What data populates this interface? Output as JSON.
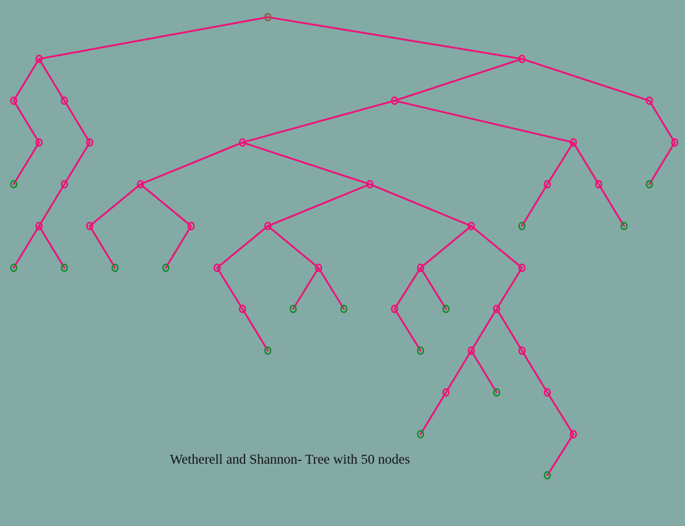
{
  "caption": "Wetherell and Shannon- Tree with 50 nodes",
  "colors": {
    "background": "#84aaa6",
    "edge": "#ee1177",
    "internal_node": "#ee1177",
    "leaf_node": "#1d8a2e",
    "root_node": "#8a5a4a"
  },
  "tree": {
    "nodes": [
      {
        "id": "n0",
        "depth": 0,
        "kind": "root"
      },
      {
        "id": "n1",
        "depth": 1,
        "kind": "internal",
        "parent": "n0"
      },
      {
        "id": "n2",
        "depth": 1,
        "kind": "internal",
        "parent": "n0"
      },
      {
        "id": "n3",
        "depth": 2,
        "kind": "internal",
        "parent": "n1"
      },
      {
        "id": "n4",
        "depth": 2,
        "kind": "internal",
        "parent": "n1"
      },
      {
        "id": "n5",
        "depth": 2,
        "kind": "internal",
        "parent": "n2"
      },
      {
        "id": "n6",
        "depth": 2,
        "kind": "internal",
        "parent": "n2"
      },
      {
        "id": "n7",
        "depth": 3,
        "kind": "internal",
        "parent": "n3"
      },
      {
        "id": "n8",
        "depth": 3,
        "kind": "internal",
        "parent": "n4"
      },
      {
        "id": "n9",
        "depth": 3,
        "kind": "internal",
        "parent": "n5"
      },
      {
        "id": "n10",
        "depth": 3,
        "kind": "internal",
        "parent": "n5"
      },
      {
        "id": "n11",
        "depth": 3,
        "kind": "internal",
        "parent": "n6"
      },
      {
        "id": "n12",
        "depth": 4,
        "kind": "leaf",
        "parent": "n7"
      },
      {
        "id": "n13",
        "depth": 4,
        "kind": "internal",
        "parent": "n8"
      },
      {
        "id": "n14",
        "depth": 4,
        "kind": "internal",
        "parent": "n9"
      },
      {
        "id": "n15",
        "depth": 4,
        "kind": "internal",
        "parent": "n9"
      },
      {
        "id": "n16",
        "depth": 4,
        "kind": "internal",
        "parent": "n10"
      },
      {
        "id": "n17",
        "depth": 4,
        "kind": "internal",
        "parent": "n10"
      },
      {
        "id": "n18",
        "depth": 4,
        "kind": "leaf",
        "parent": "n11"
      },
      {
        "id": "n19",
        "depth": 5,
        "kind": "internal",
        "parent": "n13"
      },
      {
        "id": "n20",
        "depth": 5,
        "kind": "internal",
        "parent": "n14"
      },
      {
        "id": "n21",
        "depth": 5,
        "kind": "internal",
        "parent": "n14"
      },
      {
        "id": "n22",
        "depth": 5,
        "kind": "internal",
        "parent": "n15"
      },
      {
        "id": "n23",
        "depth": 5,
        "kind": "internal",
        "parent": "n15"
      },
      {
        "id": "n24",
        "depth": 5,
        "kind": "leaf",
        "parent": "n16"
      },
      {
        "id": "n25",
        "depth": 5,
        "kind": "leaf",
        "parent": "n17"
      },
      {
        "id": "n26",
        "depth": 6,
        "kind": "leaf",
        "parent": "n19"
      },
      {
        "id": "n27",
        "depth": 6,
        "kind": "leaf",
        "parent": "n19"
      },
      {
        "id": "n28",
        "depth": 6,
        "kind": "leaf",
        "parent": "n20"
      },
      {
        "id": "n29",
        "depth": 6,
        "kind": "leaf",
        "parent": "n21"
      },
      {
        "id": "n30",
        "depth": 6,
        "kind": "internal",
        "parent": "n22"
      },
      {
        "id": "n31",
        "depth": 6,
        "kind": "internal",
        "parent": "n22"
      },
      {
        "id": "n32",
        "depth": 6,
        "kind": "internal",
        "parent": "n23"
      },
      {
        "id": "n33",
        "depth": 6,
        "kind": "internal",
        "parent": "n23"
      },
      {
        "id": "n34",
        "depth": 7,
        "kind": "internal",
        "parent": "n30"
      },
      {
        "id": "n35",
        "depth": 7,
        "kind": "leaf",
        "parent": "n31"
      },
      {
        "id": "n36",
        "depth": 7,
        "kind": "leaf",
        "parent": "n31"
      },
      {
        "id": "n37",
        "depth": 7,
        "kind": "internal",
        "parent": "n32"
      },
      {
        "id": "n38",
        "depth": 7,
        "kind": "leaf",
        "parent": "n32"
      },
      {
        "id": "n39",
        "depth": 7,
        "kind": "internal",
        "parent": "n33"
      },
      {
        "id": "n40",
        "depth": 8,
        "kind": "leaf",
        "parent": "n34"
      },
      {
        "id": "n41",
        "depth": 8,
        "kind": "leaf",
        "parent": "n37"
      },
      {
        "id": "n42",
        "depth": 8,
        "kind": "internal",
        "parent": "n39"
      },
      {
        "id": "n43",
        "depth": 8,
        "kind": "internal",
        "parent": "n39"
      },
      {
        "id": "n44",
        "depth": 9,
        "kind": "internal",
        "parent": "n42"
      },
      {
        "id": "n45",
        "depth": 9,
        "kind": "leaf",
        "parent": "n42"
      },
      {
        "id": "n46",
        "depth": 9,
        "kind": "internal",
        "parent": "n43"
      },
      {
        "id": "n47",
        "depth": 10,
        "kind": "leaf",
        "parent": "n44"
      },
      {
        "id": "n48",
        "depth": 10,
        "kind": "internal",
        "parent": "n46"
      },
      {
        "id": "n49",
        "depth": 11,
        "kind": "leaf",
        "parent": "n48"
      }
    ]
  }
}
